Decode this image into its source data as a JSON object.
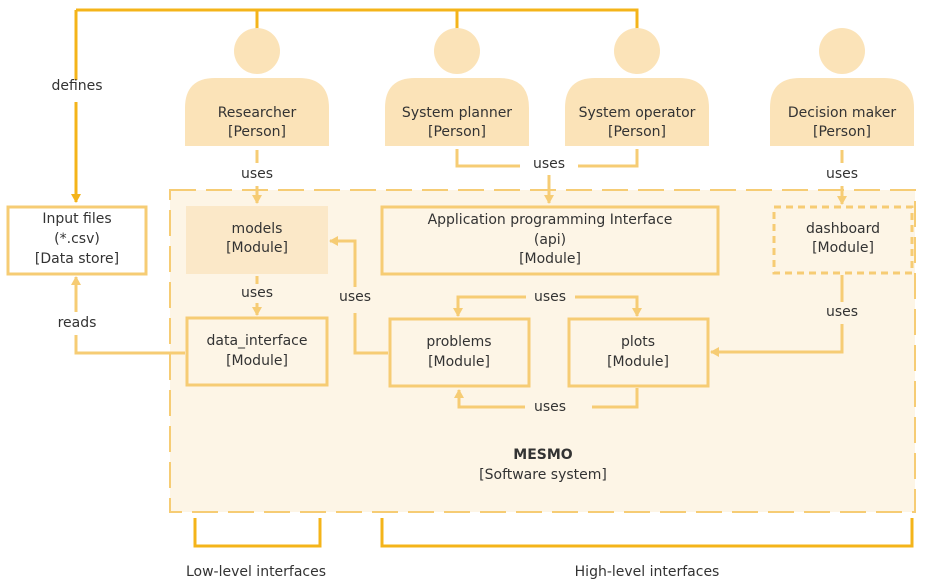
{
  "persons": [
    {
      "name": "Researcher",
      "type": "[Person]"
    },
    {
      "name": "System planner",
      "type": "[Person]"
    },
    {
      "name": "System operator",
      "type": "[Person]"
    },
    {
      "name": "Decision maker",
      "type": "[Person]"
    }
  ],
  "input_files": {
    "line1": "Input files",
    "line2": "(*.csv)",
    "line3": "[Data store]"
  },
  "modules": {
    "models": {
      "name": "models",
      "type": "[Module]"
    },
    "api": {
      "name": "Application programming Interface",
      "sub": "(api)",
      "type": "[Module]"
    },
    "dashboard": {
      "name": "dashboard",
      "type": "[Module]"
    },
    "data_interface": {
      "name": "data_interface",
      "type": "[Module]"
    },
    "problems": {
      "name": "problems",
      "type": "[Module]"
    },
    "plots": {
      "name": "plots",
      "type": "[Module]"
    }
  },
  "system": {
    "name": "MESMO",
    "type": "[Software system]"
  },
  "edges": {
    "defines": "defines",
    "reads": "reads",
    "uses": "uses"
  },
  "groups": {
    "low": "Low-level interfaces",
    "high": "High-level interfaces"
  },
  "colors": {
    "orange": "#f4b41a",
    "light_fill": "#fdf5e6",
    "person": "#fbe3b8",
    "models_fill": "#fbe8c8",
    "box_stroke": "#f6cc74"
  }
}
